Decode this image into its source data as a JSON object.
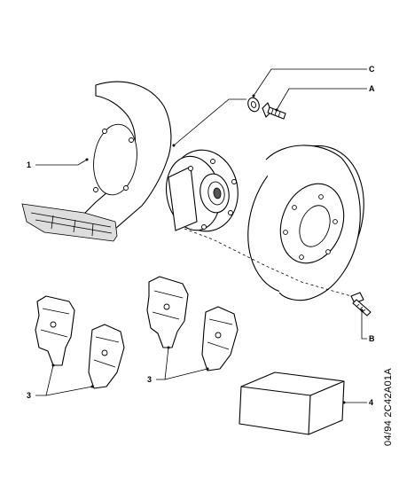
{
  "callouts": {
    "c": "C",
    "a": "A",
    "one": "1",
    "b": "B",
    "three_left": "3",
    "three_right": "3",
    "four": "4"
  },
  "reference_code": "04/94 2C42A01A"
}
